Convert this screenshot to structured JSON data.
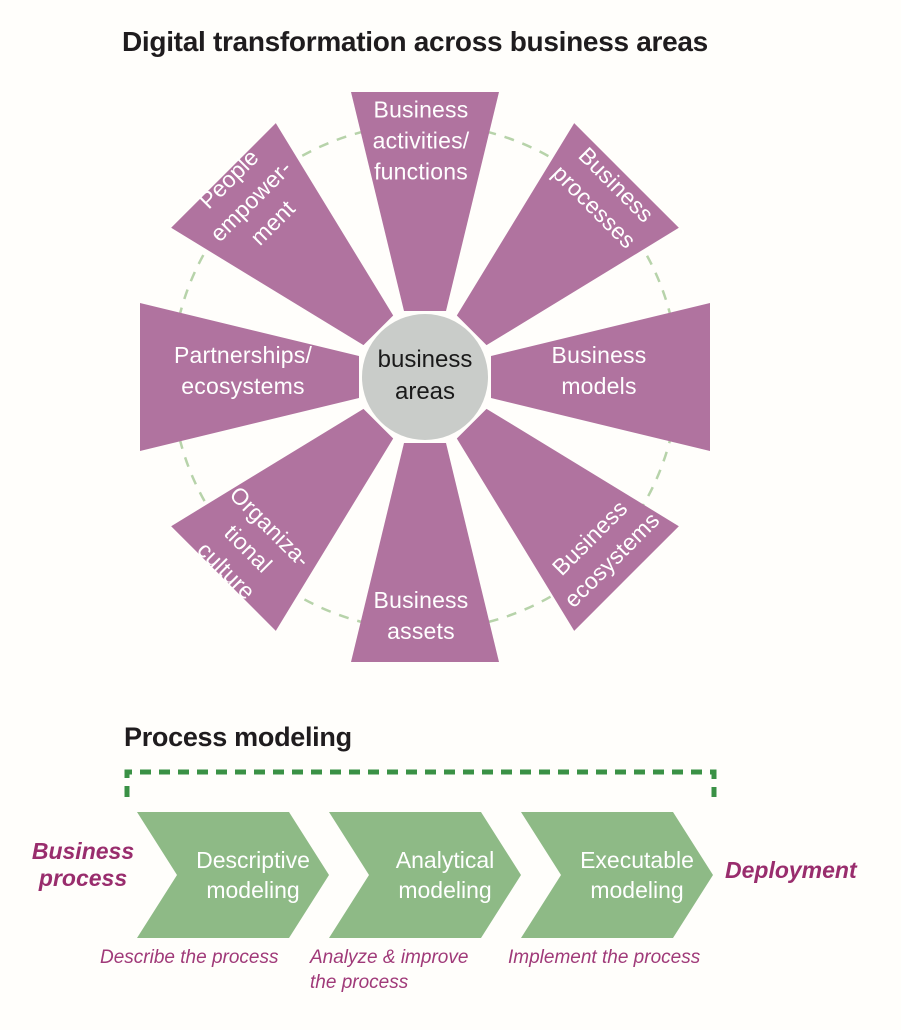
{
  "wheel": {
    "title": "Digital transformation across business areas",
    "center_label": "business\nareas",
    "colors": {
      "wedge": "#b0739f",
      "center_circle": "#c9ccc9",
      "dashed_ring": "#b7d3aa",
      "label_text": "#ffffff",
      "center_text": "#1a1a1a"
    },
    "segments": [
      {
        "id": "business-activities-functions",
        "label": "Business\nactivities/\nfunctions"
      },
      {
        "id": "business-processes",
        "label": "Business\nprocesses"
      },
      {
        "id": "business-models",
        "label": "Business\nmodels"
      },
      {
        "id": "business-ecosystems",
        "label": "Business\necosystems"
      },
      {
        "id": "business-assets",
        "label": "Business\nassets"
      },
      {
        "id": "organizational-culture",
        "label": "Organiza-\ntional\nculture"
      },
      {
        "id": "partnerships-ecosystems",
        "label": "Partnerships/\necosystems"
      },
      {
        "id": "people-empowerment",
        "label": "People\nempower-\nment"
      }
    ]
  },
  "process": {
    "title": "Process modeling",
    "start_label": "Business\nprocess",
    "end_label": "Deployment",
    "steps": [
      {
        "label": "Descriptive\nmodeling",
        "caption": "Describe the process"
      },
      {
        "label": "Analytical\nmodeling",
        "caption": "Analyze & improve\nthe process"
      },
      {
        "label": "Executable\nmodeling",
        "caption": "Implement the process"
      }
    ],
    "colors": {
      "arrow": "#8eba86",
      "bracket": "#3a9145",
      "accent_text": "#992d6d",
      "caption_text": "#a03a79"
    }
  }
}
